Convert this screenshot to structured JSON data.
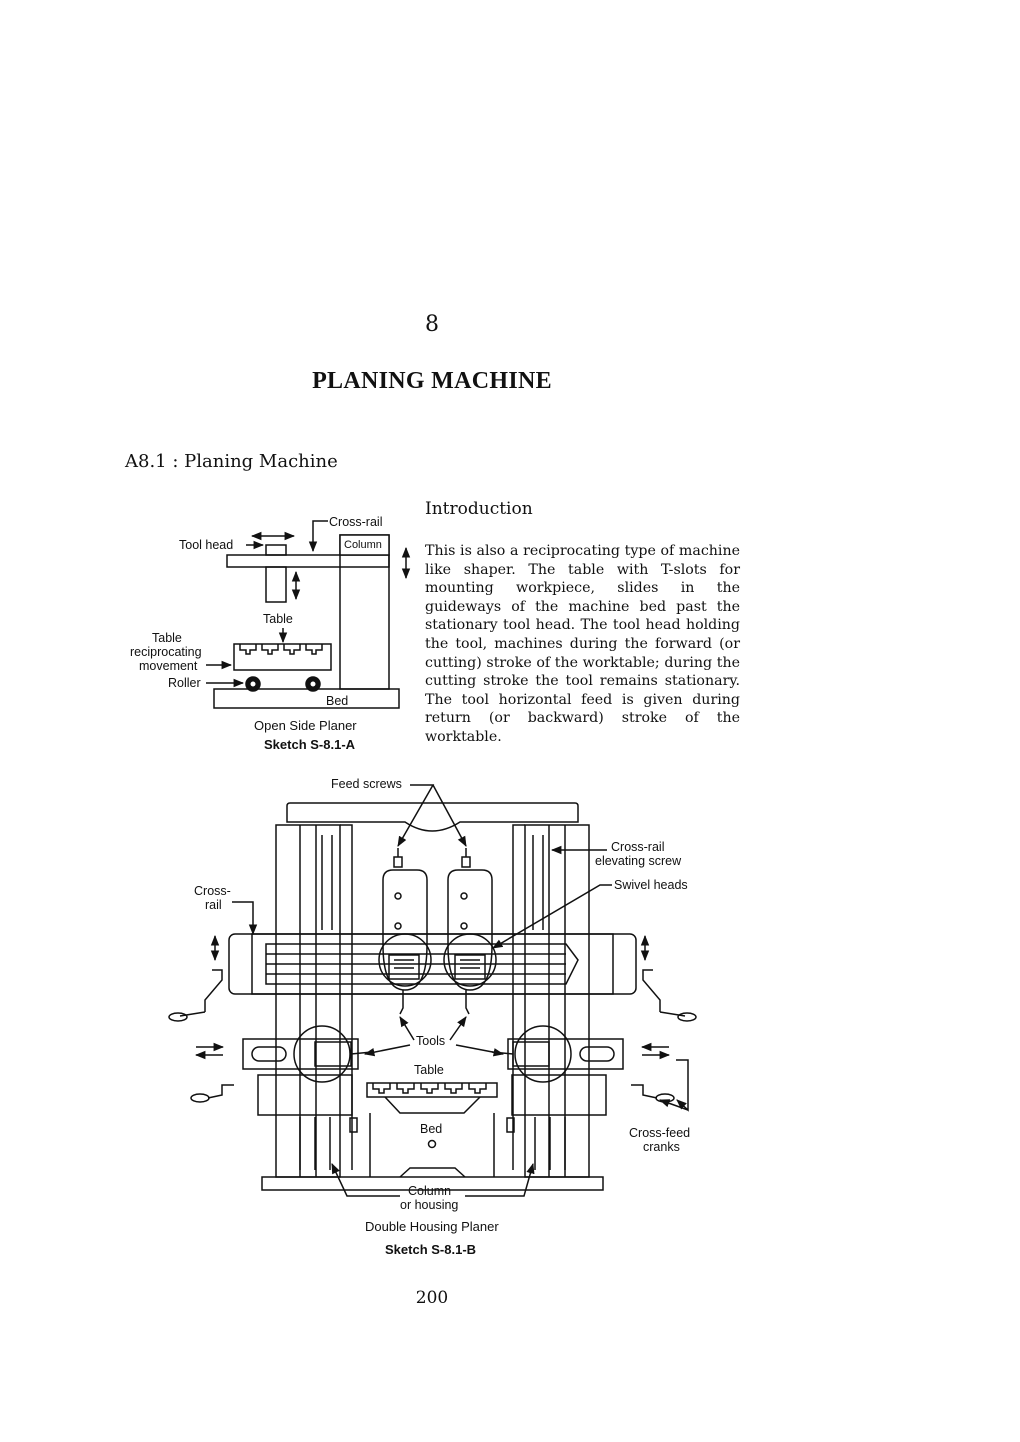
{
  "chapter": {
    "number": "8",
    "title": "PLANING MACHINE"
  },
  "section": {
    "heading": "A8.1 : Planing Machine"
  },
  "introduction": {
    "heading": "Introduction",
    "body": "This is also a reciprocating type of machine like shaper. The table with T-slots for mounting workpiece, slides in the guideways of the machine bed past the stationary tool head. The tool head holding the tool, machines during the forward (or cutting) stroke of the worktable; during the cutting stroke the tool remains stationary. The tool horizontal feed is given during return (or backward) stroke of the worktable."
  },
  "sketch_a": {
    "labels": {
      "cross_rail": "Cross-rail",
      "tool_head": "Tool head",
      "column": "Column",
      "table": "Table",
      "table_movement_1": "Table",
      "table_movement_2": "reciprocating",
      "table_movement_3": "movement",
      "roller": "Roller",
      "bed": "Bed"
    },
    "caption": "Open Side Planer",
    "sketch_id": "Sketch S-8.1-A"
  },
  "sketch_b": {
    "labels": {
      "feed_screws": "Feed screws",
      "cross_rail_elevating_1": "Cross-rail",
      "cross_rail_elevating_2": "elevating screw",
      "swivel_heads": "Swivel heads",
      "cross_rail_1": "Cross-",
      "cross_rail_2": "rail",
      "tools": "Tools",
      "table": "Table",
      "bed": "Bed",
      "cross_feed_1": "Cross-feed",
      "cross_feed_2": "cranks",
      "column_1": "Column",
      "column_2": "or housing"
    },
    "caption": "Double Housing Planer",
    "sketch_id": "Sketch S-8.1-B"
  },
  "page": {
    "number": "200"
  }
}
